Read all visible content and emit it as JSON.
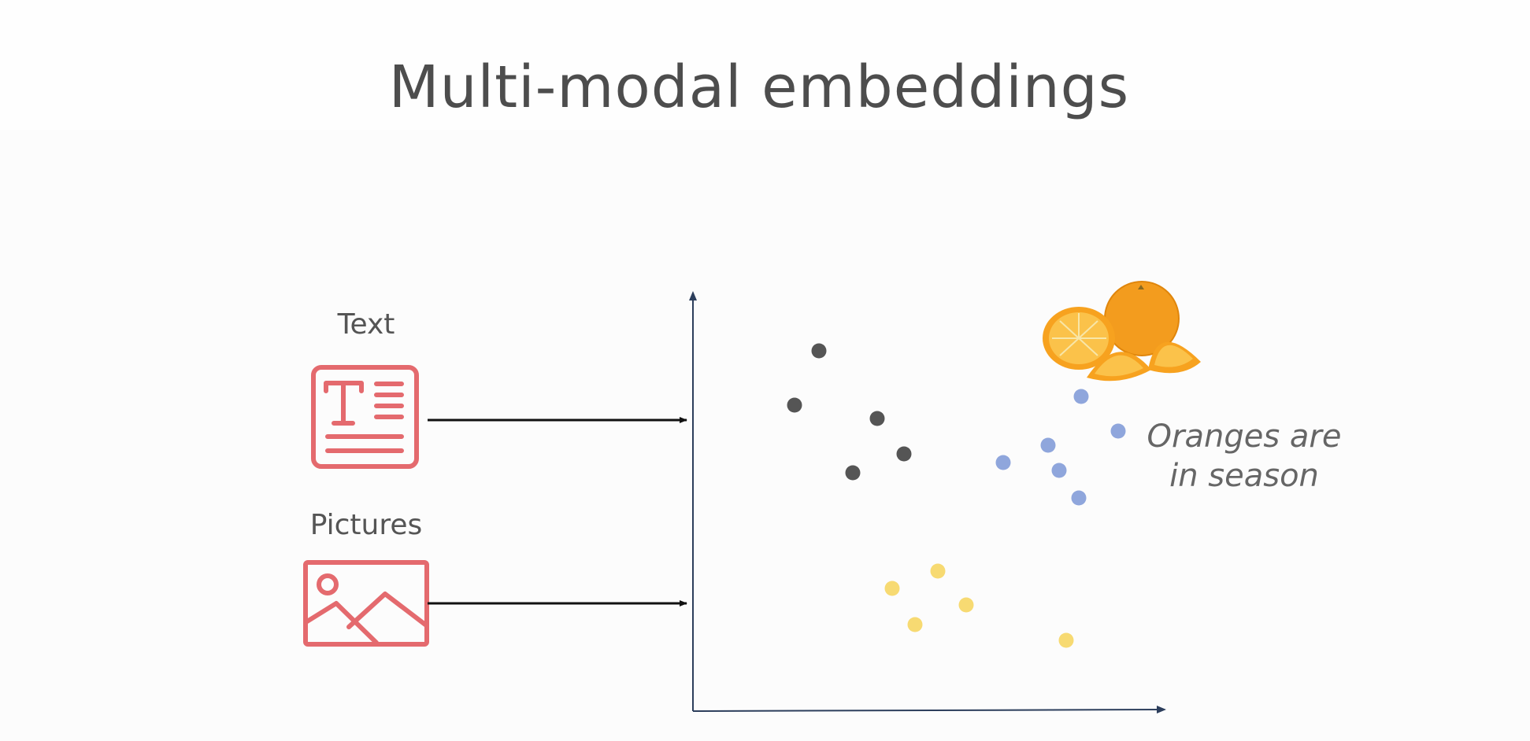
{
  "slide": {
    "title": "Multi-modal embeddings"
  },
  "inputs": {
    "text_label": "Text",
    "text_icon": "text-document-icon",
    "pictures_label": "Pictures",
    "pictures_icon": "image-icon",
    "icon_color": "#e46a6e"
  },
  "embedding_space": {
    "caption_line1": "Oranges are",
    "caption_line2": "in season",
    "illustration": "oranges-illustration",
    "clusters": [
      {
        "name_ref": "dark",
        "color": "#555555",
        "points": [
          [
            1040,
            446
          ],
          [
            1009,
            515
          ],
          [
            1114,
            532
          ],
          [
            1148,
            577
          ],
          [
            1083,
            601
          ]
        ]
      },
      {
        "name_ref": "blue",
        "color": "#8fa6dc",
        "points": [
          [
            1373,
            504
          ],
          [
            1420,
            548
          ],
          [
            1331,
            566
          ],
          [
            1274,
            588
          ],
          [
            1345,
            598
          ],
          [
            1370,
            633
          ]
        ]
      },
      {
        "name_ref": "yellow",
        "color": "#f7da72",
        "points": [
          [
            1191,
            726
          ],
          [
            1133,
            748
          ],
          [
            1227,
            769
          ],
          [
            1162,
            794
          ],
          [
            1354,
            814
          ]
        ]
      }
    ]
  }
}
